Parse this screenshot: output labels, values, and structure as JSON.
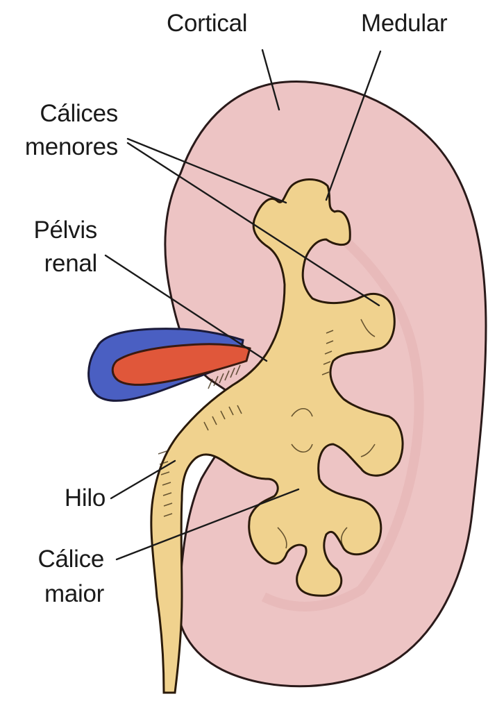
{
  "labels": {
    "cortical": "Cortical",
    "medular": "Medular",
    "calices_menores_line1": "Cálices",
    "calices_menores_line2": "menores",
    "pelvis_renal_line1": "Pélvis",
    "pelvis_renal_line2": "renal",
    "hilo": "Hilo",
    "calice_maior_line1": "Cálice",
    "calice_maior_line2": "maior"
  },
  "colors": {
    "cortex_fill": "#edc4c4",
    "cortex_outline": "#2a1a1a",
    "collecting_system_fill": "#f0d28e",
    "vein_blue": "#4a5fc2",
    "artery_red": "#e0573a",
    "ink": "#1a1a1a"
  }
}
